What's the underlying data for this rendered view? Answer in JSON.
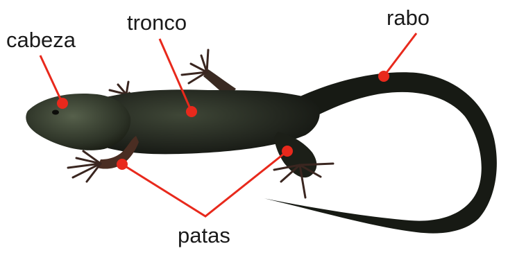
{
  "labels": {
    "cabeza": "cabeza",
    "tronco": "tronco",
    "rabo": "rabo",
    "patas": "patas"
  },
  "colors": {
    "pointer": "#e8291c",
    "lizard_dark": "#1b1d19",
    "lizard_mid": "#2f3529",
    "lizard_highlight": "#4b5442",
    "leg_brown": "#4a2d22",
    "toe": "#3a2620"
  },
  "subject": "lizard-photo"
}
